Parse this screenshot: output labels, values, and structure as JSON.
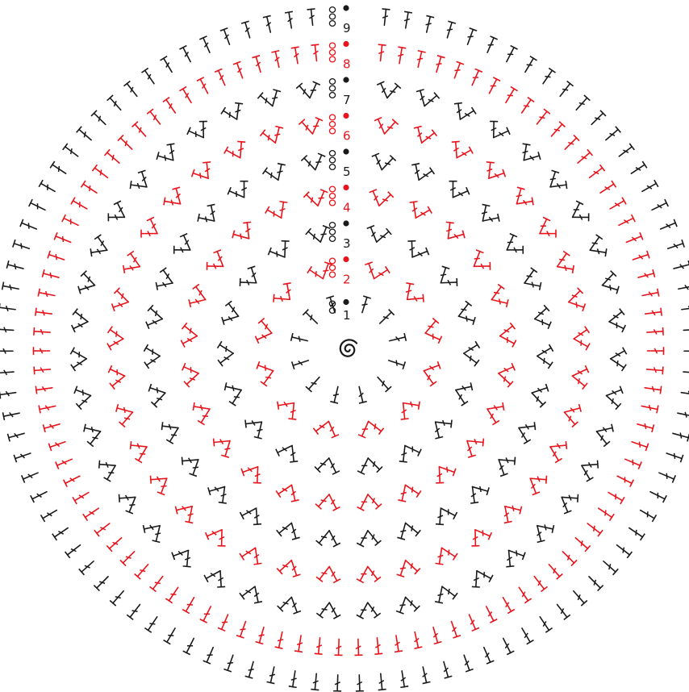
{
  "colors": {
    "black": "#1a1a1a",
    "red": "#e8141b"
  },
  "diagram": {
    "symbols": {
      "stitch": "double-crochet",
      "chain": "chain-oval",
      "slip_stitch": "slip-stitch-dot",
      "center": "magic-ring"
    },
    "rounds": [
      {
        "label": "1",
        "color": "black",
        "stitches": 12,
        "increase": false,
        "chains": 2
      },
      {
        "label": "2",
        "color": "red",
        "stitches": 24,
        "increase": true,
        "chains": 3
      },
      {
        "label": "3",
        "color": "black",
        "stitches": 36,
        "increase": true,
        "chains": 3
      },
      {
        "label": "4",
        "color": "red",
        "stitches": 48,
        "increase": true,
        "chains": 3
      },
      {
        "label": "5",
        "color": "black",
        "stitches": 60,
        "increase": true,
        "chains": 3
      },
      {
        "label": "6",
        "color": "red",
        "stitches": 72,
        "increase": true,
        "chains": 3
      },
      {
        "label": "7",
        "color": "black",
        "stitches": 84,
        "increase": true,
        "chains": 3
      },
      {
        "label": "8",
        "color": "red",
        "stitches": 96,
        "increase": false,
        "chains": 3
      },
      {
        "label": "9",
        "color": "black",
        "stitches": 96,
        "increase": false,
        "chains": 3
      }
    ]
  }
}
